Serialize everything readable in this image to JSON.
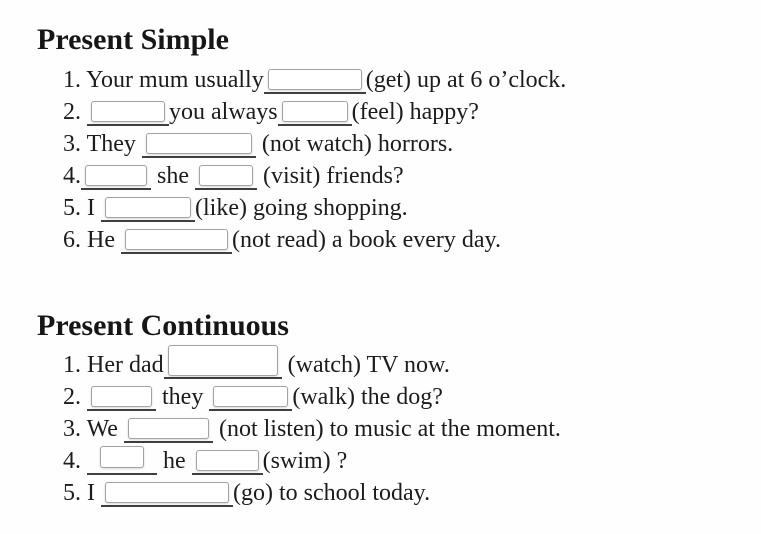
{
  "colors": {
    "background": "#fefefe",
    "text": "#1c1c1c",
    "underline": "#3f3f3f",
    "input_border": "#a3a3a3",
    "input_fill": "#ffffff"
  },
  "worksheet": {
    "sections": [
      {
        "title": "Present Simple",
        "items": [
          {
            "num": "1.",
            "pre": "Your mum usually",
            "post": "(get) up at 6 o’clock.",
            "inputs": [
              ""
            ]
          },
          {
            "num": "2.",
            "mid": "you always",
            "post": "(feel) happy?",
            "inputs": [
              "",
              ""
            ]
          },
          {
            "num": "3.",
            "pre": "They",
            "post": "(not watch) horrors.",
            "inputs": [
              ""
            ]
          },
          {
            "num": "4.",
            "mid": "she",
            "post": "(visit) friends?",
            "inputs": [
              "",
              ""
            ]
          },
          {
            "num": "5.",
            "pre": "I",
            "post": "(like) going shopping.",
            "inputs": [
              ""
            ]
          },
          {
            "num": "6.",
            "pre": "He",
            "post": "(not read) a book every day.",
            "inputs": [
              ""
            ]
          }
        ]
      },
      {
        "title": "Present Continuous",
        "items": [
          {
            "num": "1.",
            "pre": "Her dad",
            "post": "(watch) TV now.",
            "inputs": [
              ""
            ]
          },
          {
            "num": "2.",
            "mid": "they",
            "post": "(walk) the dog?",
            "inputs": [
              "",
              ""
            ]
          },
          {
            "num": "3.",
            "pre": "We",
            "post": "(not listen) to music at the moment.",
            "inputs": [
              ""
            ]
          },
          {
            "num": "4.",
            "mid": "he",
            "post": "(swim) ?",
            "inputs": [
              "",
              ""
            ]
          },
          {
            "num": "5.",
            "pre": "I",
            "post": "(go) to school today.",
            "inputs": [
              ""
            ]
          }
        ]
      }
    ]
  }
}
